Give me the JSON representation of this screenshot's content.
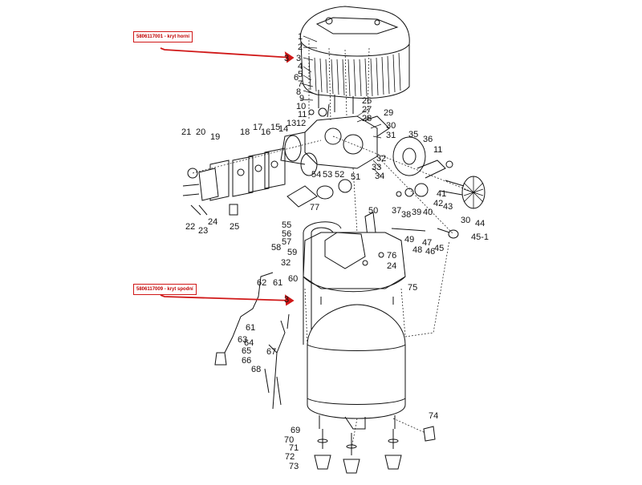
{
  "callouts": {
    "top": "5806117001 - kryt horní",
    "bottom": "5806117009 - kryt spodní"
  },
  "callout_numbers": {
    "top": "3",
    "bottom": "3"
  },
  "part_labels": [
    "1",
    "2",
    "3",
    "4",
    "5",
    "6",
    "7",
    "8",
    "9",
    "10",
    "11",
    "12",
    "13",
    "14",
    "15",
    "16",
    "17",
    "18",
    "19",
    "20",
    "21",
    "22",
    "23",
    "24",
    "25",
    "26",
    "27",
    "28",
    "29",
    "30",
    "31",
    "32",
    "33",
    "34",
    "35",
    "36",
    "11",
    "41",
    "42",
    "43",
    "44",
    "30",
    "37",
    "38",
    "39",
    "40",
    "45",
    "45-1",
    "46",
    "47",
    "48",
    "49",
    "50",
    "51",
    "52",
    "53",
    "54",
    "55",
    "56",
    "57",
    "58",
    "59",
    "32",
    "60",
    "61",
    "62",
    "24",
    "76",
    "75",
    "77",
    "61",
    "63",
    "64",
    "65",
    "66",
    "67",
    "68",
    "69",
    "70",
    "71",
    "72",
    "73",
    "74"
  ],
  "colors": {
    "line": "#111111",
    "callout_red": "#d01818"
  }
}
